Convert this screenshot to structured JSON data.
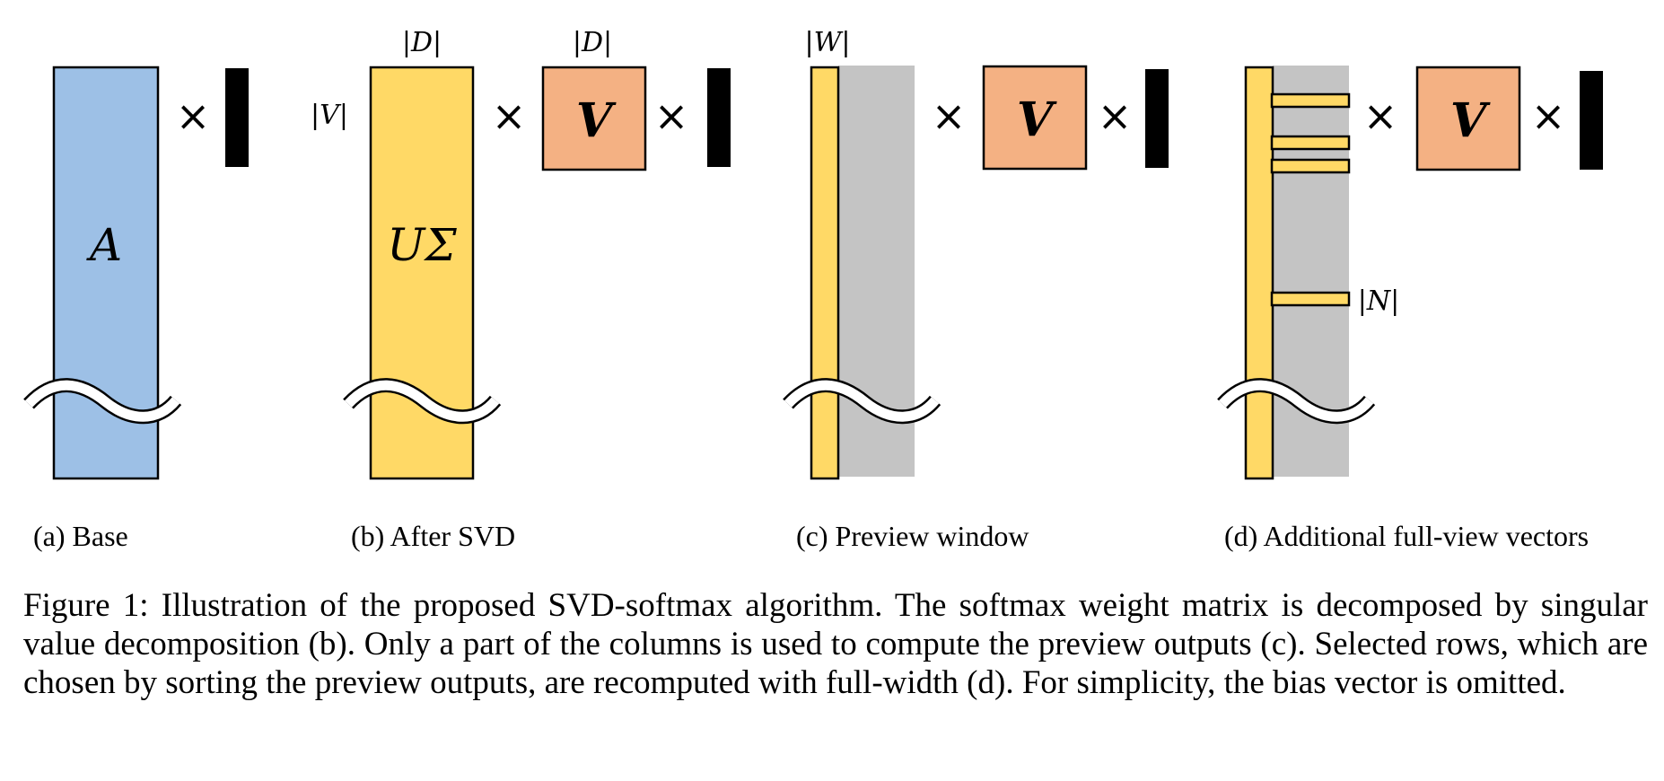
{
  "colors": {
    "base_matrix": "#9dc0e6",
    "yellow_matrix": "#ffd966",
    "v_matrix": "#f4b183",
    "gray_region": "#c4c4c4",
    "vector": "#000000"
  },
  "panels": [
    {
      "id": "a",
      "caption": "(a) Base",
      "matrix_label": "A"
    },
    {
      "id": "b",
      "caption": "(b) After SVD",
      "matrix_label": "UΣ",
      "v_label": "V",
      "dim_top_u": "|D|",
      "dim_top_v": "|D|",
      "dim_left": "|V|"
    },
    {
      "id": "c",
      "caption": "(c) Preview window",
      "v_label": "V",
      "dim_top": "|W|"
    },
    {
      "id": "d",
      "caption": "(d) Additional full-view vectors",
      "v_label": "V",
      "dim_right": "|N|"
    }
  ],
  "operator": "×",
  "figure_caption": "Figure 1: Illustration of the proposed SVD-softmax algorithm. The softmax weight matrix is decomposed by singular value decomposition (b). Only a part of the columns is used to compute the preview outputs (c). Selected rows, which are chosen by sorting the preview outputs, are recomputed with full-width (d). For simplicity, the bias vector is omitted."
}
